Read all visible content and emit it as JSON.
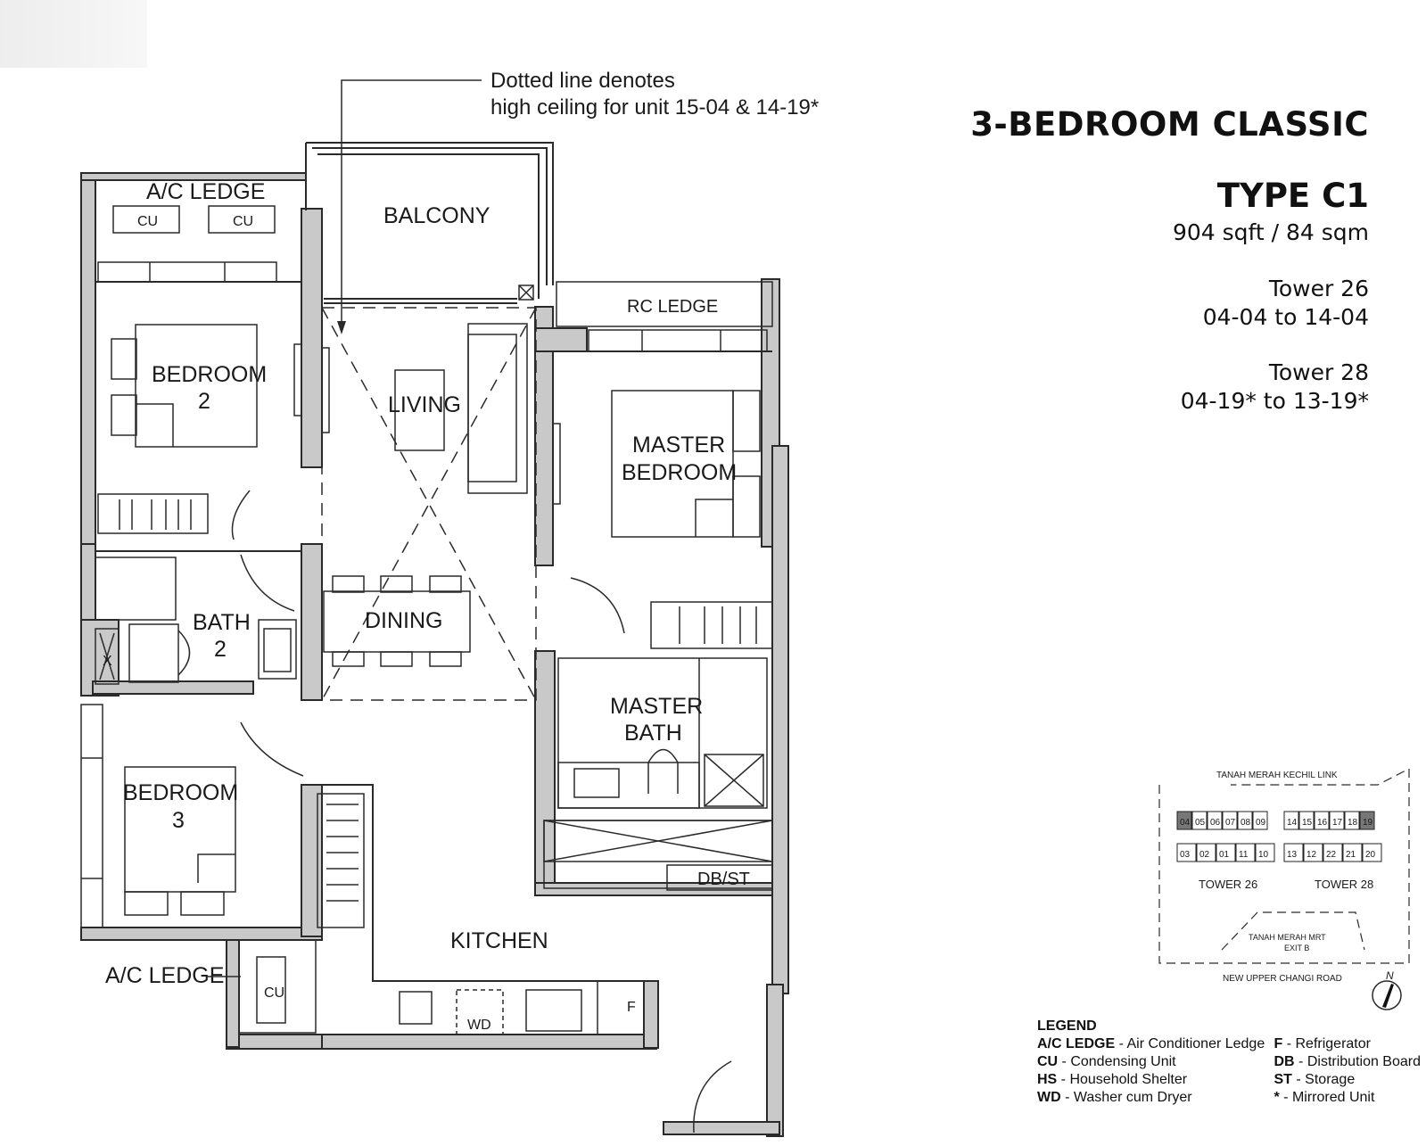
{
  "header": {
    "title": "3-BEDROOM CLASSIC",
    "type": "TYPE C1",
    "area": "904 sqft / 84 sqm",
    "tower26_name": "Tower 26",
    "tower26_units": "04-04 to 14-04",
    "tower28_name": "Tower 28",
    "tower28_units": "04-19* to 13-19*"
  },
  "note": {
    "line1": "Dotted line denotes",
    "line2": "high ceiling for unit 15-04 & 14-19*"
  },
  "rooms": {
    "ac_ledge_top": "A/C LEDGE",
    "cu": "CU",
    "balcony": "BALCONY",
    "rc_ledge": "RC LEDGE",
    "bedroom2_a": "BEDROOM",
    "bedroom2_b": "2",
    "living": "LIVING",
    "master_a": "MASTER",
    "master_b": "BEDROOM",
    "bath2_a": "BATH",
    "bath2_b": "2",
    "dining": "DINING",
    "master_bath_a": "MASTER",
    "master_bath_b": "BATH",
    "bedroom3_a": "BEDROOM",
    "bedroom3_b": "3",
    "db_st": "DB/ST",
    "kitchen": "KITCHEN",
    "ac_ledge_bottom": "A/C LEDGE",
    "wd": "WD",
    "f": "F",
    "x": "X"
  },
  "site_plan": {
    "road_top": "TANAH MERAH KECHIL LINK",
    "road_bottom": "NEW UPPER CHANGI ROAD",
    "mrt_a": "TANAH MERAH MRT",
    "mrt_b": "EXIT B",
    "tower26": "TOWER 26",
    "tower28": "TOWER 28",
    "north": "N",
    "units_t26_top": [
      "04",
      "05",
      "06",
      "07",
      "08",
      "09"
    ],
    "units_t26_bottom": [
      "03",
      "02",
      "01",
      "11",
      "10"
    ],
    "units_t28_top": [
      "14",
      "15",
      "16",
      "17",
      "18",
      "19"
    ],
    "units_t28_bottom": [
      "13",
      "12",
      "22",
      "21",
      "20"
    ]
  },
  "legend": {
    "heading": "LEGEND",
    "left": [
      {
        "code": "A/C LEDGE",
        "desc": " - Air Conditioner Ledge"
      },
      {
        "code": "CU",
        "desc": " - Condensing Unit"
      },
      {
        "code": "HS",
        "desc": " - Household Shelter"
      },
      {
        "code": "WD",
        "desc": " - Washer cum Dryer"
      }
    ],
    "right": [
      {
        "code": "F",
        "desc": " - Refrigerator"
      },
      {
        "code": "DB",
        "desc": " - Distribution Board"
      },
      {
        "code": "ST",
        "desc": " - Storage"
      },
      {
        "code": "*",
        "desc": " - Mirrored Unit"
      }
    ]
  }
}
